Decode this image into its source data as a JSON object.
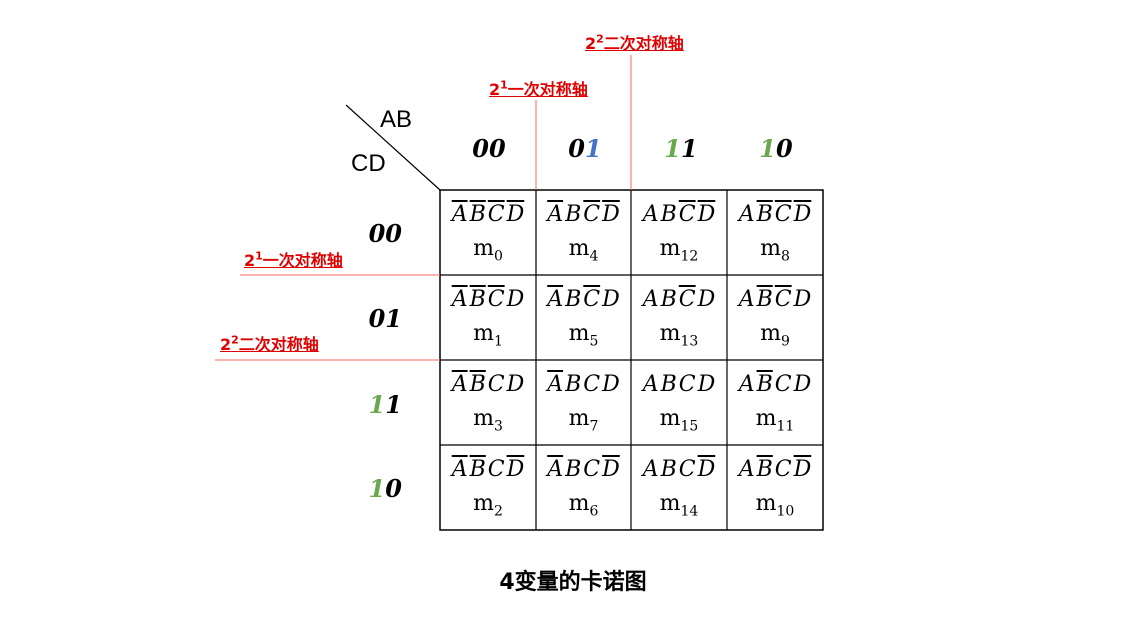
{
  "corner": {
    "col_var": "AB",
    "row_var": "CD"
  },
  "col_headers": [
    {
      "a": "0",
      "b": "0",
      "a_color": "black",
      "b_color": "black"
    },
    {
      "a": "0",
      "b": "1",
      "a_color": "black",
      "b_color": "blue"
    },
    {
      "a": "1",
      "b": "1",
      "a_color": "green",
      "b_color": "black"
    },
    {
      "a": "1",
      "b": "0",
      "a_color": "green",
      "b_color": "black"
    }
  ],
  "row_headers": [
    {
      "a": "0",
      "b": "0",
      "a_color": "black",
      "b_color": "black"
    },
    {
      "a": "0",
      "b": "1",
      "a_color": "black",
      "b_color": "black"
    },
    {
      "a": "1",
      "b": "1",
      "a_color": "green",
      "b_color": "black"
    },
    {
      "a": "1",
      "b": "0",
      "a_color": "green",
      "b_color": "black"
    }
  ],
  "axes": {
    "col_first": {
      "base": "2",
      "exp": "1",
      "text": "一次对称轴"
    },
    "col_second": {
      "base": "2",
      "exp": "2",
      "text": "二次对称轴"
    },
    "row_first": {
      "base": "2",
      "exp": "1",
      "text": "一次对称轴"
    },
    "row_second": {
      "base": "2",
      "exp": "2",
      "text": "二次对称轴"
    }
  },
  "cells": [
    [
      {
        "vars": [
          [
            "A",
            true
          ],
          [
            "B",
            true
          ],
          [
            "C",
            true
          ],
          [
            "D",
            true
          ]
        ],
        "m": "m",
        "idx": "0"
      },
      {
        "vars": [
          [
            "A",
            true
          ],
          [
            "B",
            false
          ],
          [
            "C",
            true
          ],
          [
            "D",
            true
          ]
        ],
        "m": "m",
        "idx": "4"
      },
      {
        "vars": [
          [
            "A",
            false
          ],
          [
            "B",
            false
          ],
          [
            "C",
            true
          ],
          [
            "D",
            true
          ]
        ],
        "m": "m",
        "idx": "12"
      },
      {
        "vars": [
          [
            "A",
            false
          ],
          [
            "B",
            true
          ],
          [
            "C",
            true
          ],
          [
            "D",
            true
          ]
        ],
        "m": "m",
        "idx": "8"
      }
    ],
    [
      {
        "vars": [
          [
            "A",
            true
          ],
          [
            "B",
            true
          ],
          [
            "C",
            true
          ],
          [
            "D",
            false
          ]
        ],
        "m": "m",
        "idx": "1"
      },
      {
        "vars": [
          [
            "A",
            true
          ],
          [
            "B",
            false
          ],
          [
            "C",
            true
          ],
          [
            "D",
            false
          ]
        ],
        "m": "m",
        "idx": "5"
      },
      {
        "vars": [
          [
            "A",
            false
          ],
          [
            "B",
            false
          ],
          [
            "C",
            true
          ],
          [
            "D",
            false
          ]
        ],
        "m": "m",
        "idx": "13"
      },
      {
        "vars": [
          [
            "A",
            false
          ],
          [
            "B",
            true
          ],
          [
            "C",
            true
          ],
          [
            "D",
            false
          ]
        ],
        "m": "m",
        "idx": "9"
      }
    ],
    [
      {
        "vars": [
          [
            "A",
            true
          ],
          [
            "B",
            true
          ],
          [
            "C",
            false
          ],
          [
            "D",
            false
          ]
        ],
        "m": "m",
        "idx": "3"
      },
      {
        "vars": [
          [
            "A",
            true
          ],
          [
            "B",
            false
          ],
          [
            "C",
            false
          ],
          [
            "D",
            false
          ]
        ],
        "m": "m",
        "idx": "7"
      },
      {
        "vars": [
          [
            "A",
            false
          ],
          [
            "B",
            false
          ],
          [
            "C",
            false
          ],
          [
            "D",
            false
          ]
        ],
        "m": "m",
        "idx": "15"
      },
      {
        "vars": [
          [
            "A",
            false
          ],
          [
            "B",
            true
          ],
          [
            "C",
            false
          ],
          [
            "D",
            false
          ]
        ],
        "m": "m",
        "idx": "11"
      }
    ],
    [
      {
        "vars": [
          [
            "A",
            true
          ],
          [
            "B",
            true
          ],
          [
            "C",
            false
          ],
          [
            "D",
            true
          ]
        ],
        "m": "m",
        "idx": "2"
      },
      {
        "vars": [
          [
            "A",
            true
          ],
          [
            "B",
            false
          ],
          [
            "C",
            false
          ],
          [
            "D",
            true
          ]
        ],
        "m": "m",
        "idx": "6"
      },
      {
        "vars": [
          [
            "A",
            false
          ],
          [
            "B",
            false
          ],
          [
            "C",
            false
          ],
          [
            "D",
            true
          ]
        ],
        "m": "m",
        "idx": "14"
      },
      {
        "vars": [
          [
            "A",
            false
          ],
          [
            "B",
            true
          ],
          [
            "C",
            false
          ],
          [
            "D",
            true
          ]
        ],
        "m": "m",
        "idx": "10"
      }
    ]
  ],
  "caption": "4变量的卡诺图",
  "colors": {
    "axis": "#e00000",
    "green": "#6aa84f",
    "blue": "#4472c4",
    "grid": "#000000"
  }
}
